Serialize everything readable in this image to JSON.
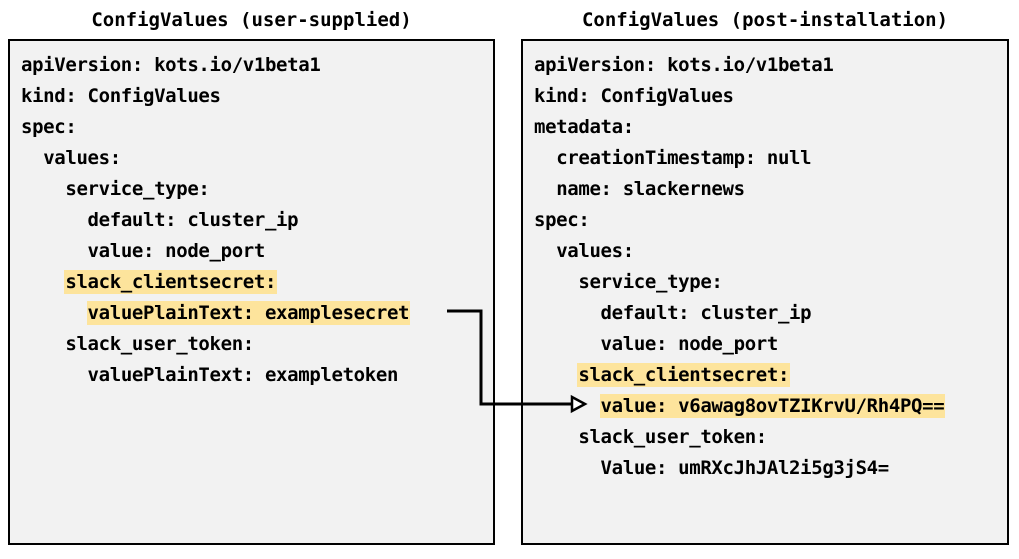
{
  "diagram": {
    "title_left": "ConfigValues (user-supplied)",
    "title_right": "ConfigValues (post-installation)",
    "highlight_color": "#fde49c",
    "panel_background": "#f2f2f2",
    "border_color": "#000000",
    "connector": {
      "label": "secret-value-transform-arrow",
      "from": "valuePlainText: examplesecret",
      "to": "value: v6awag8ovTZIKrvU/Rh4PQ=="
    }
  },
  "left_panel": {
    "name": "ConfigValues (user-supplied)",
    "lines": [
      {
        "indent": 0,
        "text": "apiVersion: kots.io/v1beta1",
        "highlight": false
      },
      {
        "indent": 0,
        "text": "kind: ConfigValues",
        "highlight": false
      },
      {
        "indent": 0,
        "text": "spec:",
        "highlight": false
      },
      {
        "indent": 1,
        "text": "values:",
        "highlight": false
      },
      {
        "indent": 2,
        "text": "service_type:",
        "highlight": false
      },
      {
        "indent": 3,
        "text": "default: cluster_ip",
        "highlight": false
      },
      {
        "indent": 3,
        "text": "value: node_port",
        "highlight": false
      },
      {
        "indent": 2,
        "text": "slack_clientsecret:",
        "highlight": true
      },
      {
        "indent": 3,
        "text": "valuePlainText: examplesecret",
        "highlight": true
      },
      {
        "indent": 2,
        "text": "slack_user_token:",
        "highlight": false
      },
      {
        "indent": 3,
        "text": "valuePlainText: exampletoken",
        "highlight": false
      }
    ]
  },
  "right_panel": {
    "name": "ConfigValues (post-installation)",
    "lines": [
      {
        "indent": 0,
        "text": "apiVersion: kots.io/v1beta1",
        "highlight": false
      },
      {
        "indent": 0,
        "text": "kind: ConfigValues",
        "highlight": false
      },
      {
        "indent": 0,
        "text": "metadata:",
        "highlight": false
      },
      {
        "indent": 1,
        "text": "creationTimestamp: null",
        "highlight": false
      },
      {
        "indent": 1,
        "text": "name: slackernews",
        "highlight": false
      },
      {
        "indent": 0,
        "text": "spec:",
        "highlight": false
      },
      {
        "indent": 1,
        "text": "values:",
        "highlight": false
      },
      {
        "indent": 2,
        "text": "service_type:",
        "highlight": false
      },
      {
        "indent": 3,
        "text": "default: cluster_ip",
        "highlight": false
      },
      {
        "indent": 3,
        "text": "value: node_port",
        "highlight": false
      },
      {
        "indent": 2,
        "text": "slack_clientsecret:",
        "highlight": true
      },
      {
        "indent": 3,
        "text": "value: v6awag8ovTZIKrvU/Rh4PQ==",
        "highlight": true
      },
      {
        "indent": 2,
        "text": "slack_user_token:",
        "highlight": false
      },
      {
        "indent": 3,
        "text": "Value: umRXcJhJAl2i5g3jS4=",
        "highlight": false
      }
    ]
  }
}
